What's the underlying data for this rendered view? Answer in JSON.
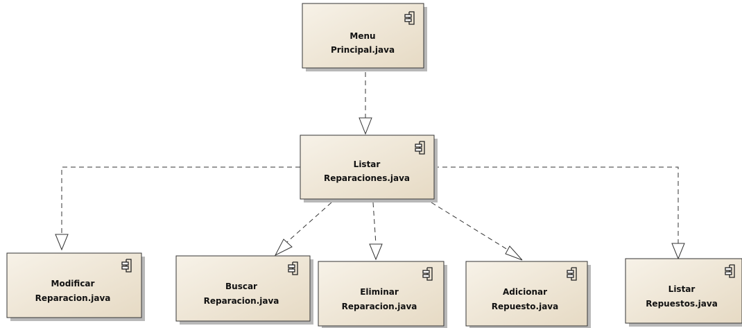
{
  "diagram": {
    "type": "uml-component-dependency",
    "components": [
      {
        "id": "menu",
        "name_lines": [
          "Menu",
          "Principal.java"
        ]
      },
      {
        "id": "listar-reparaciones",
        "name_lines": [
          "Listar",
          "Reparaciones.java"
        ]
      },
      {
        "id": "modificar",
        "name_lines": [
          "Modificar",
          "Reparacion.java"
        ]
      },
      {
        "id": "buscar",
        "name_lines": [
          "Buscar",
          "Reparacion.java"
        ]
      },
      {
        "id": "eliminar",
        "name_lines": [
          "Eliminar",
          "Reparacion.java"
        ]
      },
      {
        "id": "adicionar",
        "name_lines": [
          "Adicionar",
          "Repuesto.java"
        ]
      },
      {
        "id": "listar-repuestos",
        "name_lines": [
          "Listar",
          "Repuestos.java"
        ]
      }
    ],
    "dependencies": [
      {
        "from": "menu",
        "to": "listar-reparaciones"
      },
      {
        "from": "listar-reparaciones",
        "to": "modificar"
      },
      {
        "from": "listar-reparaciones",
        "to": "buscar"
      },
      {
        "from": "listar-reparaciones",
        "to": "eliminar"
      },
      {
        "from": "listar-reparaciones",
        "to": "adicionar"
      },
      {
        "from": "listar-reparaciones",
        "to": "listar-repuestos"
      }
    ],
    "colors": {
      "fill_top": "#f7f2e8",
      "fill_bottom": "#e6dac4",
      "border": "#333333",
      "shadow": "#b8b8b8",
      "line": "#333333"
    }
  }
}
